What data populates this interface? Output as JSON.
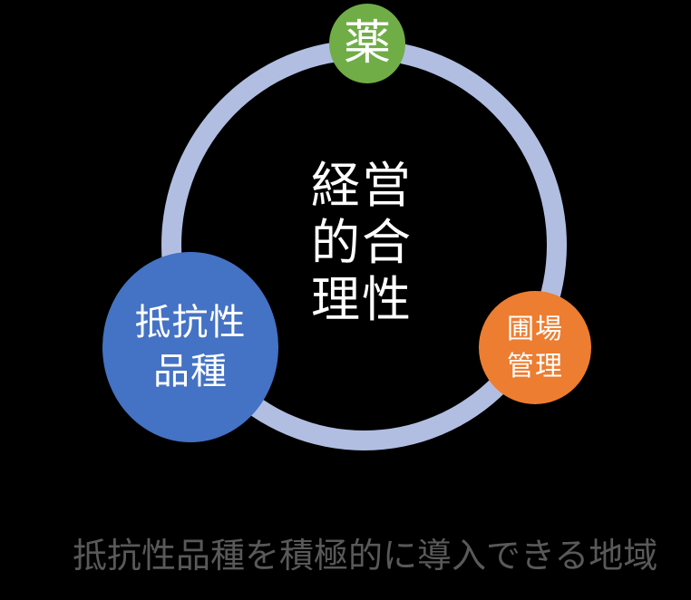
{
  "diagram": {
    "background_color": "#000000",
    "ring": {
      "color": "#B1BEE2"
    },
    "center_label": {
      "full_text": "経営的合理性",
      "lines": [
        "経営",
        "的合",
        "理性"
      ],
      "color": "#FFFFFF"
    },
    "nodes": [
      {
        "id": "pesticide",
        "full_text": "薬",
        "lines": [
          "薬"
        ],
        "color": "#70AD47",
        "text_color": "#FFFFFF"
      },
      {
        "id": "resistant-variety",
        "full_text": "抵抗性品種",
        "lines": [
          "抵抗性",
          "品種"
        ],
        "color": "#4472C4",
        "text_color": "#FFFFFF"
      },
      {
        "id": "field-management",
        "full_text": "圃場管理",
        "lines": [
          "圃場",
          "管理"
        ],
        "color": "#ED7D31",
        "text_color": "#FFFFFF"
      }
    ]
  },
  "caption": {
    "text": "抵抗性品種を積極的に導入できる地域",
    "color": "#595959"
  }
}
